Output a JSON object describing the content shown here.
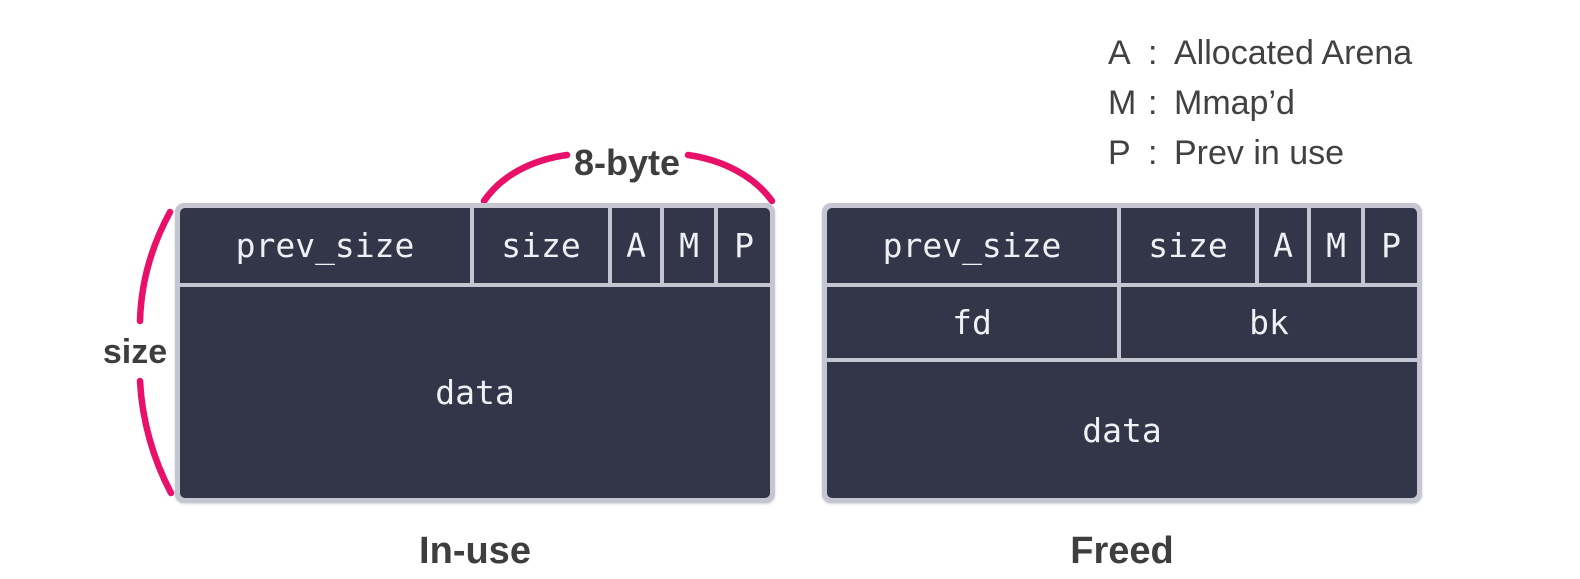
{
  "legend": {
    "colon": ":",
    "items": [
      {
        "key": "A",
        "label": "Allocated Arena"
      },
      {
        "key": "M",
        "label": "Mmap’d"
      },
      {
        "key": "P",
        "label": "Prev in use"
      }
    ]
  },
  "annotations": {
    "byte_label": "8-byte",
    "size_label": "size"
  },
  "chunks": {
    "in_use": {
      "caption": "In-use",
      "header": {
        "prev_size": "prev_size",
        "size": "size",
        "a": "A",
        "m": "M",
        "p": "P"
      },
      "data": "data"
    },
    "freed": {
      "caption": "Freed",
      "header": {
        "prev_size": "prev_size",
        "size": "size",
        "a": "A",
        "m": "M",
        "p": "P"
      },
      "fd": "fd",
      "bk": "bk",
      "data": "data"
    }
  },
  "colors": {
    "cell_bg": "#333548",
    "chunk_border": "#c5c6d1",
    "accent_pink": "#e9106a",
    "label_gray": "#3e3e3e",
    "cell_text": "#eef0f4"
  }
}
